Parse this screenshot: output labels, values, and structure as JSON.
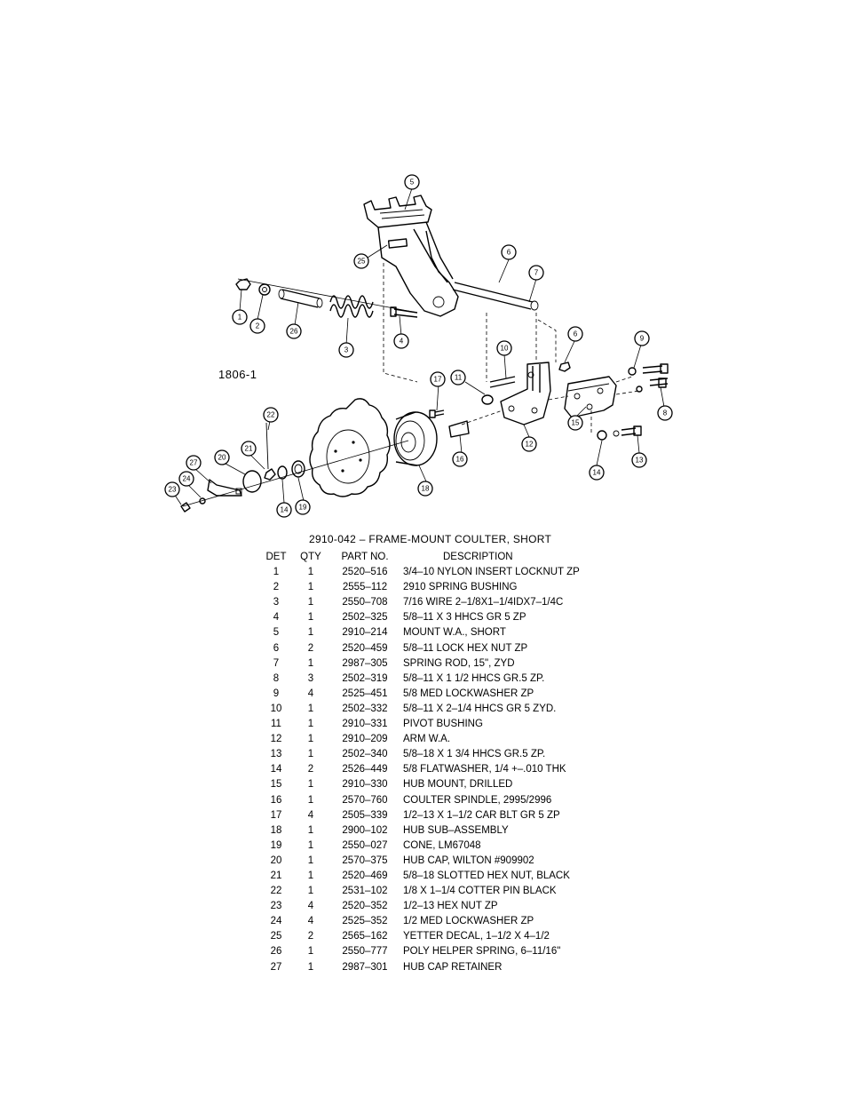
{
  "drawing_number": "1806-1",
  "table": {
    "title": "2910-042 – FRAME-MOUNT COULTER, SHORT",
    "headers": {
      "det": "DET",
      "qty": "QTY",
      "part_no": "PART NO.",
      "description": "DESCRIPTION"
    },
    "rows": [
      {
        "det": "1",
        "qty": "1",
        "part_no": "2520–516",
        "description": "3/4–10 NYLON INSERT LOCKNUT ZP"
      },
      {
        "det": "2",
        "qty": "1",
        "part_no": "2555–112",
        "description": "2910 SPRING BUSHING"
      },
      {
        "det": "3",
        "qty": "1",
        "part_no": "2550–708",
        "description": "7/16 WIRE 2–1/8X1–1/4IDX7–1/4C"
      },
      {
        "det": "4",
        "qty": "1",
        "part_no": "2502–325",
        "description": "5/8–11 X 3 HHCS GR 5 ZP"
      },
      {
        "det": "5",
        "qty": "1",
        "part_no": "2910–214",
        "description": "MOUNT W.A., SHORT"
      },
      {
        "det": "6",
        "qty": "2",
        "part_no": "2520–459",
        "description": "5/8–11 LOCK HEX NUT  ZP"
      },
      {
        "det": "7",
        "qty": "1",
        "part_no": "2987–305",
        "description": "SPRING ROD, 15\", ZYD"
      },
      {
        "det": "8",
        "qty": "3",
        "part_no": "2502–319",
        "description": "5/8–11 X 1 1/2 HHCS GR.5 ZP."
      },
      {
        "det": "9",
        "qty": "4",
        "part_no": "2525–451",
        "description": "5/8 MED LOCKWASHER ZP"
      },
      {
        "det": "10",
        "qty": "1",
        "part_no": "2502–332",
        "description": "5/8–11 X 2–1/4 HHCS GR 5 ZYD."
      },
      {
        "det": "11",
        "qty": "1",
        "part_no": "2910–331",
        "description": "PIVOT BUSHING"
      },
      {
        "det": "12",
        "qty": "1",
        "part_no": "2910–209",
        "description": "ARM W.A."
      },
      {
        "det": "13",
        "qty": "1",
        "part_no": "2502–340",
        "description": "5/8–18 X 1 3/4 HHCS GR.5 ZP."
      },
      {
        "det": "14",
        "qty": "2",
        "part_no": "2526–449",
        "description": "5/8 FLATWASHER, 1/4 +–.010 THK"
      },
      {
        "det": "15",
        "qty": "1",
        "part_no": "2910–330",
        "description": "HUB MOUNT, DRILLED"
      },
      {
        "det": "16",
        "qty": "1",
        "part_no": "2570–760",
        "description": "COULTER SPINDLE, 2995/2996"
      },
      {
        "det": "17",
        "qty": "4",
        "part_no": "2505–339",
        "description": "1/2–13 X 1–1/2 CAR BLT GR 5 ZP"
      },
      {
        "det": "18",
        "qty": "1",
        "part_no": "2900–102",
        "description": "HUB SUB–ASSEMBLY"
      },
      {
        "det": "19",
        "qty": "1",
        "part_no": "2550–027",
        "description": "CONE, LM67048"
      },
      {
        "det": "20",
        "qty": "1",
        "part_no": "2570–375",
        "description": "HUB CAP, WILTON #909902"
      },
      {
        "det": "21",
        "qty": "1",
        "part_no": "2520–469",
        "description": "5/8–18 SLOTTED HEX NUT, BLACK"
      },
      {
        "det": "22",
        "qty": "1",
        "part_no": "2531–102",
        "description": "1/8 X 1–1/4 COTTER PIN  BLACK"
      },
      {
        "det": "23",
        "qty": "4",
        "part_no": "2520–352",
        "description": "1/2–13 HEX NUT ZP"
      },
      {
        "det": "24",
        "qty": "4",
        "part_no": "2525–352",
        "description": "1/2 MED LOCKWASHER ZP"
      },
      {
        "det": "25",
        "qty": "2",
        "part_no": "2565–162",
        "description": "YETTER DECAL, 1–1/2 X 4–1/2"
      },
      {
        "det": "26",
        "qty": "1",
        "part_no": "2550–777",
        "description": "POLY HELPER SPRING, 6–11/16\""
      },
      {
        "det": "27",
        "qty": "1",
        "part_no": "2987–301",
        "description": "HUB CAP RETAINER"
      }
    ]
  },
  "balloons": [
    "1",
    "2",
    "3",
    "4",
    "5",
    "6",
    "6",
    "7",
    "8",
    "9",
    "10",
    "11",
    "12",
    "13",
    "14",
    "14",
    "15",
    "16",
    "17",
    "18",
    "19",
    "20",
    "21",
    "22",
    "23",
    "24",
    "25",
    "26",
    "27"
  ]
}
